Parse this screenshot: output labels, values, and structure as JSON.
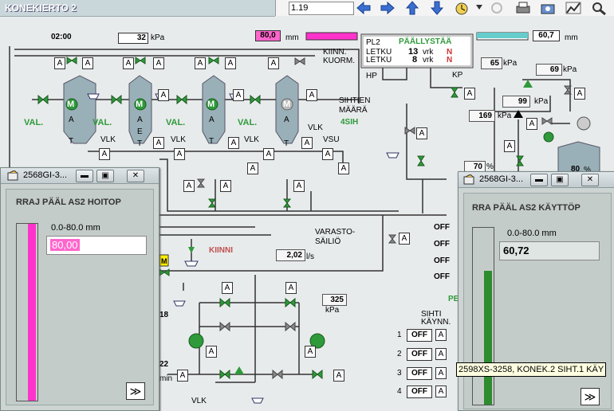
{
  "app": {
    "title": "KONEKIERTO 2"
  },
  "toolbar": {
    "zoom_value": "1.19"
  },
  "diagram": {
    "time": "02:00",
    "pressure_top": "32",
    "kpa": "kPa",
    "level_left_value": "80,0",
    "level_unit": "mm",
    "level_right_value": "60,7",
    "kiinn": "KIINN.",
    "kuorm": "KUORM.",
    "hp": "HP",
    "kp": "KP",
    "pl2": "PL2",
    "paallystaa": "PÄÄLLYSTÄÄ",
    "letku1": "LETKU",
    "letku1_count": "13",
    "letku2": "LETKU",
    "letku2_count": "8",
    "vrk": "vrk",
    "n": "N",
    "sihtien": "SIHTIEN",
    "maara": "MÄÄRÄ",
    "sih": "4SIH",
    "val": "VAL.",
    "vlk": "VLK",
    "vsu": "VSU",
    "m": "M",
    "a": "A",
    "t": "T",
    "e": "E",
    "p65": "65",
    "p69": "69",
    "p99": "99",
    "p169": "169",
    "pct70": "70",
    "pct": "%",
    "pct80": "80",
    "varasto": "VARASTO-",
    "sailio": "SÄILIÖ",
    "kiinni": "KIINNI",
    "flow": "2,02",
    "flow_unit": "l/s",
    "p325": "325",
    "v18": "18",
    "v22": "22",
    "min": "min",
    "off": "OFF",
    "sihti": "SIHTI",
    "kaynn": "KÄYNN.",
    "s1": "1",
    "s2": "2",
    "s3": "3",
    "s4": "4",
    "pe": "PE",
    "m_letter": "M"
  },
  "window_left": {
    "title": "2568GI-3...",
    "heading": "RRAJ PÄÄL AS2 HOITOP",
    "range": "0.0-80.0 mm",
    "value": "80,00",
    "bar_level": 1.0,
    "bar_color": "#ff33cc",
    "go_label": "≫"
  },
  "window_right": {
    "title": "2568GI-3...",
    "heading": "RRA PÄÄL AS2 KÄYTTÖP",
    "range": "0.0-80.0 mm",
    "value": "60,72",
    "bar_level": 0.759,
    "bar_color": "#2e8b2e",
    "go_label": "≫"
  },
  "tooltip": {
    "text": "2598XS-3258, KONEK.2 SIHT.1 KÄY"
  }
}
